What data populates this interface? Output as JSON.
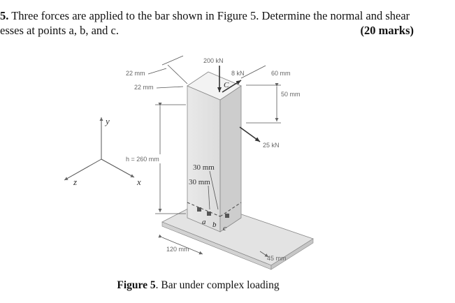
{
  "question": {
    "number": "5.",
    "line1": " Three forces are applied to the bar shown in Figure 5. Determine the normal and shear",
    "line2": "esses at points a, b, and c.",
    "marks": "(20 marks)"
  },
  "figure": {
    "forces": {
      "top": "200 kN",
      "shear": "8 kN",
      "side": "25 kN"
    },
    "dimensions": {
      "thick_1": "22 mm",
      "thick_2": "22 mm",
      "width_top": "60 mm",
      "offset": "50 mm",
      "height": "h = 260 mm",
      "pt_spacing_1": "30 mm",
      "pt_spacing_2": "30 mm",
      "base_width": "120 mm",
      "base_depth": "45 mm"
    },
    "labels": {
      "point_top": "C",
      "point_a": "a",
      "point_b": "b",
      "point_c": "c",
      "axis_x": "x",
      "axis_y": "y",
      "axis_z": "z"
    },
    "colors": {
      "bar_front": "#e6e6e6",
      "bar_side": "#cfcfcf",
      "bar_top": "#f2f2f2",
      "base_top": "#e3e3e3",
      "arrow": "#333333"
    }
  },
  "caption": {
    "label": "Figure 5",
    "text": ". Bar under complex loading"
  }
}
